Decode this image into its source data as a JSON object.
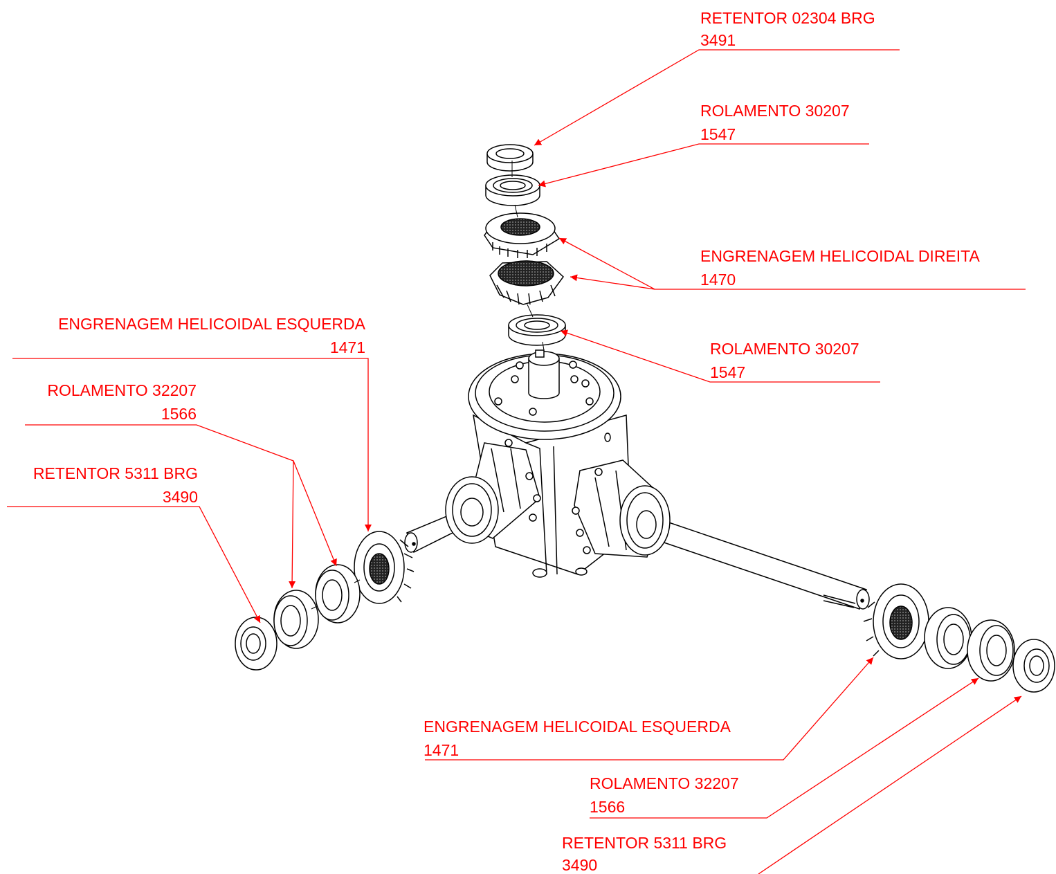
{
  "colors": {
    "label": "#ff0000",
    "leader": "#ff0000",
    "drawing": "#000000",
    "background": "#ffffff"
  },
  "callouts": [
    {
      "id": "top-seal",
      "name": "RETENTOR 02304 BRG",
      "code": "3491"
    },
    {
      "id": "top-bearing-upper",
      "name": "ROLAMENTO 30207",
      "code": "1547"
    },
    {
      "id": "right-gear",
      "name": "ENGRENAGEM HELICOIDAL DIREITA",
      "code": "1470"
    },
    {
      "id": "top-bearing-lower",
      "name": "ROLAMENTO 30207",
      "code": "1547"
    },
    {
      "id": "left-gear",
      "name": "ENGRENAGEM HELICOIDAL ESQUERDA",
      "code": "1471"
    },
    {
      "id": "left-bearing",
      "name": "ROLAMENTO 32207",
      "code": "1566"
    },
    {
      "id": "left-seal",
      "name": "RETENTOR 5311 BRG",
      "code": "3490"
    },
    {
      "id": "bottom-gear",
      "name": "ENGRENAGEM HELICOIDAL ESQUERDA",
      "code": "1471"
    },
    {
      "id": "bottom-bearing",
      "name": "ROLAMENTO 32207",
      "code": "1566"
    },
    {
      "id": "bottom-seal",
      "name": "RETENTOR 5311 BRG",
      "code": "3490"
    }
  ]
}
